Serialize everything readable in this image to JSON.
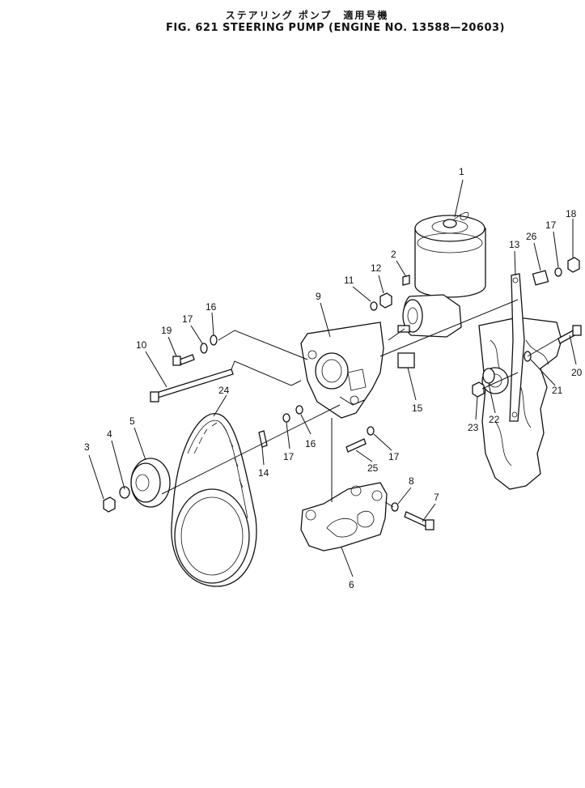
{
  "title": {
    "japanese": "ステアリング ポンプ　適用号機",
    "english": "FIG. 621  STEERING PUMP (ENGINE NO. 13588—20603)"
  },
  "callouts": [
    {
      "id": "c1",
      "label": "1"
    },
    {
      "id": "c2",
      "label": "2"
    },
    {
      "id": "c3",
      "label": "3"
    },
    {
      "id": "c4",
      "label": "4"
    },
    {
      "id": "c5",
      "label": "5"
    },
    {
      "id": "c6",
      "label": "6"
    },
    {
      "id": "c7",
      "label": "7"
    },
    {
      "id": "c8",
      "label": "8"
    },
    {
      "id": "c9",
      "label": "9"
    },
    {
      "id": "c10",
      "label": "10"
    },
    {
      "id": "c11",
      "label": "11"
    },
    {
      "id": "c12",
      "label": "12"
    },
    {
      "id": "c13",
      "label": "13"
    },
    {
      "id": "c14",
      "label": "14"
    },
    {
      "id": "c15",
      "label": "15"
    },
    {
      "id": "c16a",
      "label": "16"
    },
    {
      "id": "c16b",
      "label": "16"
    },
    {
      "id": "c17a",
      "label": "17"
    },
    {
      "id": "c17b",
      "label": "17"
    },
    {
      "id": "c17c",
      "label": "17"
    },
    {
      "id": "c17d",
      "label": "17"
    },
    {
      "id": "c18",
      "label": "18"
    },
    {
      "id": "c19",
      "label": "19"
    },
    {
      "id": "c20",
      "label": "20"
    },
    {
      "id": "c21",
      "label": "21"
    },
    {
      "id": "c22",
      "label": "22"
    },
    {
      "id": "c23",
      "label": "23"
    },
    {
      "id": "c24",
      "label": "24"
    },
    {
      "id": "c25",
      "label": "25"
    },
    {
      "id": "c26",
      "label": "26"
    }
  ]
}
